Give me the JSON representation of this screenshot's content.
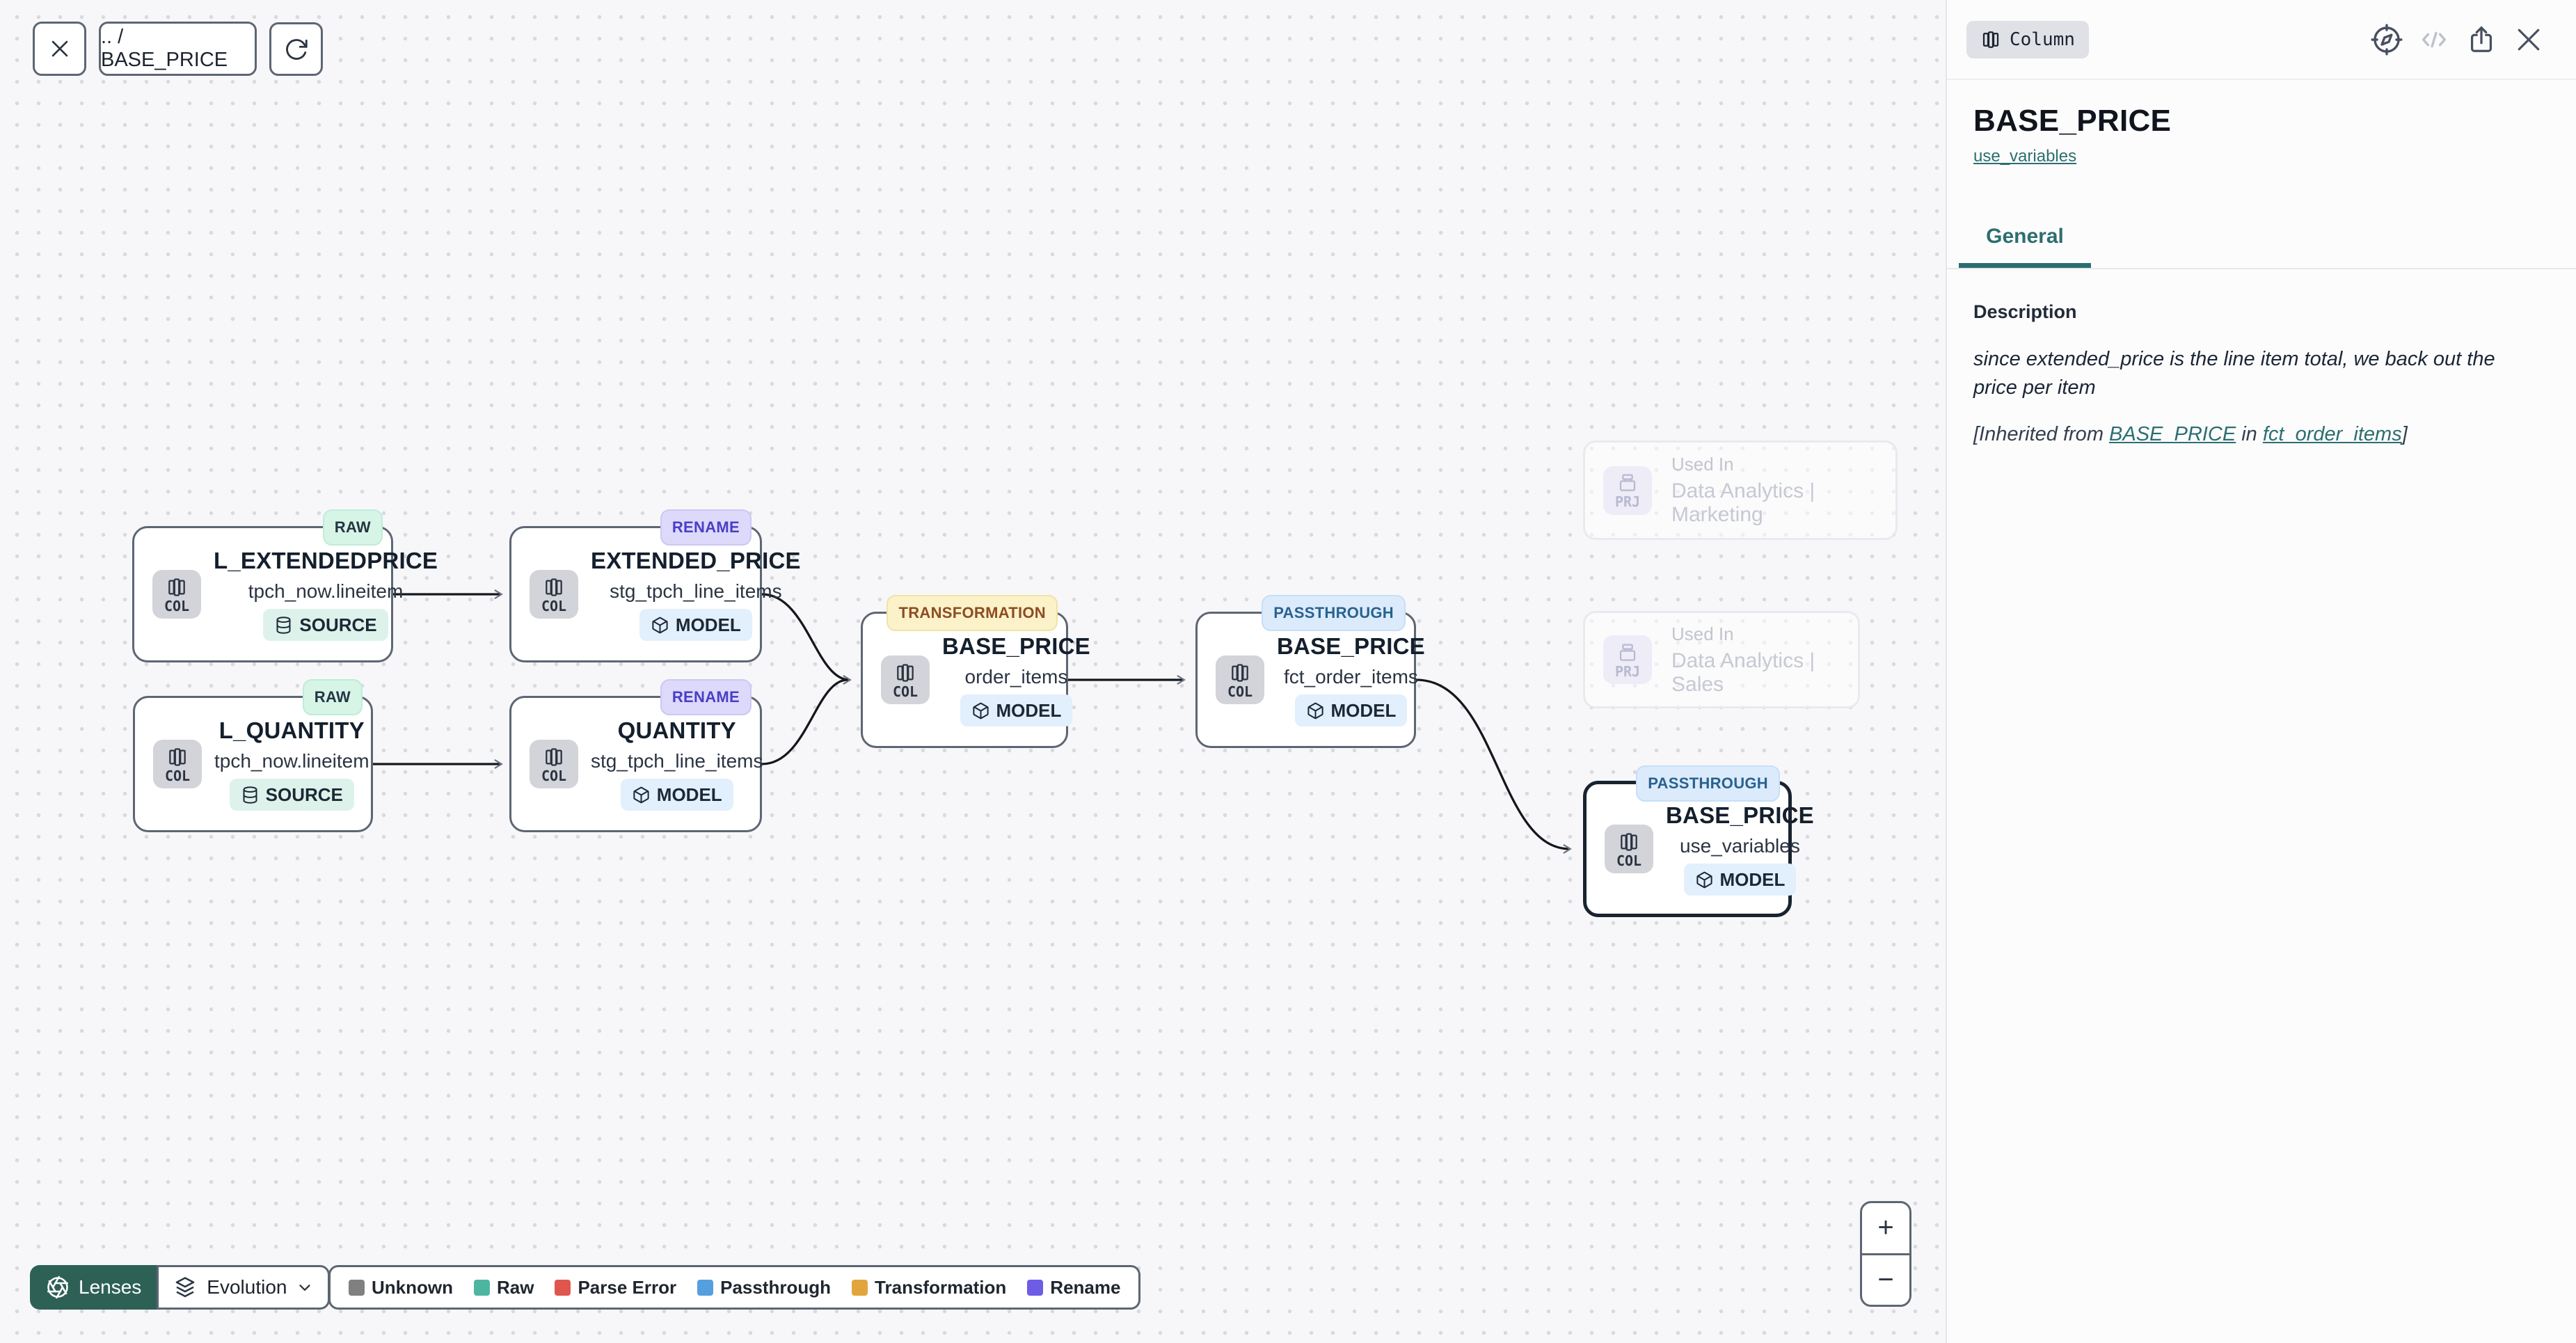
{
  "toolbar": {
    "breadcrumb": ".. / BASE_PRICE"
  },
  "canvas": {
    "nodes": [
      {
        "kind": "COL",
        "badge": "RAW",
        "title": "L_EXTENDEDPRICE",
        "subtitle": "tpch_now.lineitem",
        "chip": "SOURCE"
      },
      {
        "kind": "COL",
        "badge": "RENAME",
        "title": "EXTENDED_PRICE",
        "subtitle": "stg_tpch_line_items",
        "chip": "MODEL"
      },
      {
        "kind": "COL",
        "badge": "RAW",
        "title": "L_QUANTITY",
        "subtitle": "tpch_now.lineitem",
        "chip": "SOURCE"
      },
      {
        "kind": "COL",
        "badge": "RENAME",
        "title": "QUANTITY",
        "subtitle": "stg_tpch_line_items",
        "chip": "MODEL"
      },
      {
        "kind": "COL",
        "badge": "TRANSFORMATION",
        "title": "BASE_PRICE",
        "subtitle": "order_items",
        "chip": "MODEL"
      },
      {
        "kind": "COL",
        "badge": "PASSTHROUGH",
        "title": "BASE_PRICE",
        "subtitle": "fct_order_items",
        "chip": "MODEL"
      },
      {
        "kind": "COL",
        "badge": "PASSTHROUGH",
        "title": "BASE_PRICE",
        "subtitle": "use_variables",
        "chip": "MODEL"
      }
    ],
    "used_in": [
      {
        "kind": "PRJ",
        "label": "Used In",
        "name": "Data Analytics | Marketing"
      },
      {
        "kind": "PRJ",
        "label": "Used In",
        "name": "Data Analytics | Sales"
      }
    ]
  },
  "footer": {
    "lenses_label": "Lenses",
    "lens_name": "Evolution",
    "legend": [
      {
        "label": "Unknown",
        "color": "#808080"
      },
      {
        "label": "Raw",
        "color": "#4db6a0"
      },
      {
        "label": "Parse Error",
        "color": "#e0564e"
      },
      {
        "label": "Passthrough",
        "color": "#54a0de"
      },
      {
        "label": "Transformation",
        "color": "#e2a53d"
      },
      {
        "label": "Rename",
        "color": "#6e5be6"
      }
    ]
  },
  "zoom_controls": {
    "zoom_in": "+",
    "zoom_out": "−"
  },
  "panel": {
    "type_badge": "Column",
    "title": "BASE_PRICE",
    "model_link": "use_variables",
    "tab": "General",
    "description": {
      "heading": "Description",
      "body": "since extended_price is the line item total, we back out the price per item",
      "inherited_prefix": "[Inherited from ",
      "inherited_column_link": "BASE_PRICE",
      "inherited_middle": " in ",
      "inherited_model_link": "fct_order_items",
      "inherited_suffix": "]"
    }
  },
  "icons": {
    "close": "x-cross",
    "refresh": "rotate-clockwise-arrow",
    "column": "table-columns",
    "source": "database-cylinder",
    "model": "cube",
    "project": "stacked-boxes",
    "lenses": "aperture",
    "evolution": "layers-stack",
    "dropdown": "chevron-down",
    "explore": "compass",
    "code": "angle-brackets-slash",
    "share": "box-arrow-up"
  }
}
